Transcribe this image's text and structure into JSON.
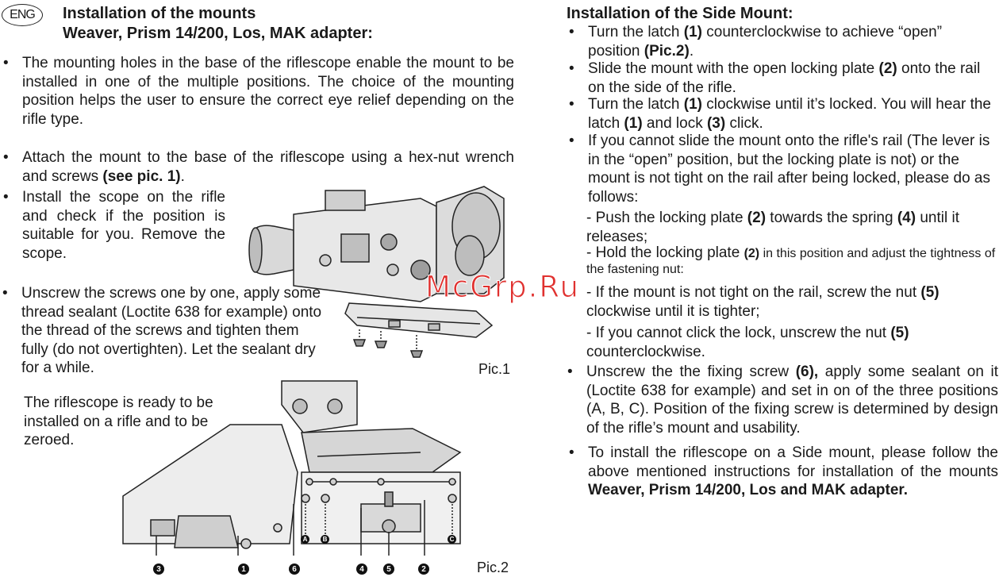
{
  "lang": "ENG",
  "left": {
    "title_line1": "Installation of the mounts",
    "title_line2": "Weaver, Prism 14/200, Los, MAK adapter:",
    "p1": "The mounting holes in the base of the riflescope enable the mount to be installed in one of the multiple positions. The choice of the mounting position helps the user to ensure the correct eye relief depending on the rifle type.",
    "p2_text": "Attach the mount to the base of the riflescope using a hex-nut wrench and screws ",
    "p2_ref": "(see pic. 1)",
    "p2_end": ".",
    "p3": "Install the scope on the rifle and check if the position is suitable for you. Remove the scope.",
    "p4": "Unscrew the screws one by one, apply some thread sealant (Loctite 638 for example) onto the thread of the screws and tighten them fully (do not overtighten). Let the sealant dry for a while.",
    "p5": "The riflescope is ready to be installed on a rifle and to be zeroed.",
    "pic1_caption": "Pic.1",
    "pic2_caption": "Pic.2",
    "callouts": [
      "3",
      "1",
      "6",
      "4",
      "5",
      "2"
    ],
    "positions": [
      "A",
      "B",
      "C"
    ]
  },
  "right": {
    "title": "Installation of the Side Mount:",
    "b1": [
      "Turn the latch ",
      "(1)",
      " counterclockwise  to achieve “open” position ",
      "(Pic.2)",
      "."
    ],
    "b2": [
      "Slide the mount with the open locking plate ",
      "(2)",
      " onto the rail on the side of the rifle."
    ],
    "b3": [
      "Turn the latch ",
      "(1)",
      " clockwise until it’s locked. You will hear the latch ",
      "(1)",
      " and lock ",
      "(3)",
      " click."
    ],
    "b4": "If you cannot slide the mount onto the rifle's rail (The lever is in the “open” position, but the locking plate is not) or the mount is not tight on the rail after being locked, please do as follows:",
    "s1": [
      "-  Push the locking plate ",
      "(2)",
      " towards the spring ",
      "(4)",
      " until it releases;"
    ],
    "s2": [
      "-  Hold the locking plate ",
      "(2)",
      " in this position and adjust the tightness of the fastening nut:"
    ],
    "s3": [
      "- If the mount is not tight on the rail, screw the nut ",
      "(5)",
      " clockwise until it is tighter;"
    ],
    "s4": [
      "- If you cannot click the lock, unscrew the nut ",
      "(5)",
      " counterclockwise."
    ],
    "b5": [
      "Unscrew the the fixing screw ",
      "(6),",
      " apply some sealant on it (Loctite 638 for example) and set in on of the three positions (A, B, C). Position of the fixing screw is determined by design of the rifle’s mount and usability."
    ],
    "b6": [
      "To install the riflescope on a Side mount, please follow the above mentioned instructions for installation of the mounts ",
      "Weaver, Prism 14/200, Los and MAK adapter."
    ]
  },
  "watermark": "McGrp.Ru"
}
